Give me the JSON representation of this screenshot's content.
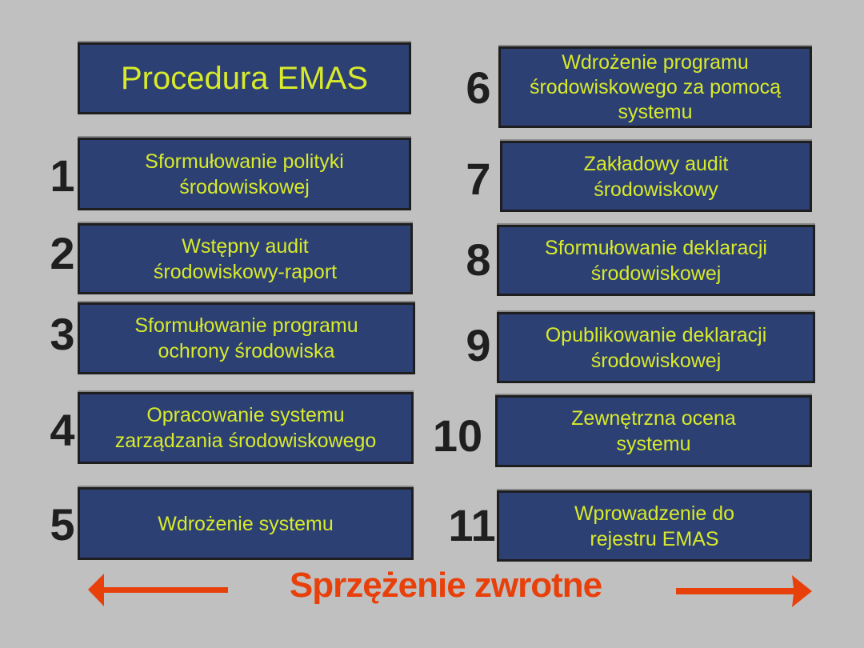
{
  "title": "Procedura EMAS",
  "steps": [
    {
      "number": "1",
      "label": "Sformułowanie polityki\n  środowiskowej"
    },
    {
      "number": "2",
      "label": "Wstępny audit      \nśrodowiskowy-raport"
    },
    {
      "number": "3",
      "label": "Sformułowanie programu\n  ochrony środowiska"
    },
    {
      "number": "4",
      "label": "Opracowanie systemu    \nzarządzania  środowiskowego"
    },
    {
      "number": "5",
      "label": "Wdrożenie systemu"
    },
    {
      "number": "6",
      "label": "Wdrożenie programu   \nśrodowiskowego za pomocą\nsystemu"
    },
    {
      "number": "7",
      "label": "Zakładowy audit\nśrodowiskowy"
    },
    {
      "number": "8",
      "label": "Sformułowanie deklaracji\n  środowiskowej"
    },
    {
      "number": "9",
      "label": "Opublikowanie deklaracji\nśrodowiskowej"
    },
    {
      "number": "10",
      "label": "Zewnętrzna ocena\nsystemu"
    },
    {
      "number": "11",
      "label": "Wprowadzenie do\n  rejestru EMAS"
    }
  ],
  "feedback_label": "Sprzężenie zwrotne",
  "colors": {
    "background": "#c0c0c0",
    "box": "#2c4074",
    "box_text": "#d8ea2a",
    "feedback": "#e8400a"
  }
}
